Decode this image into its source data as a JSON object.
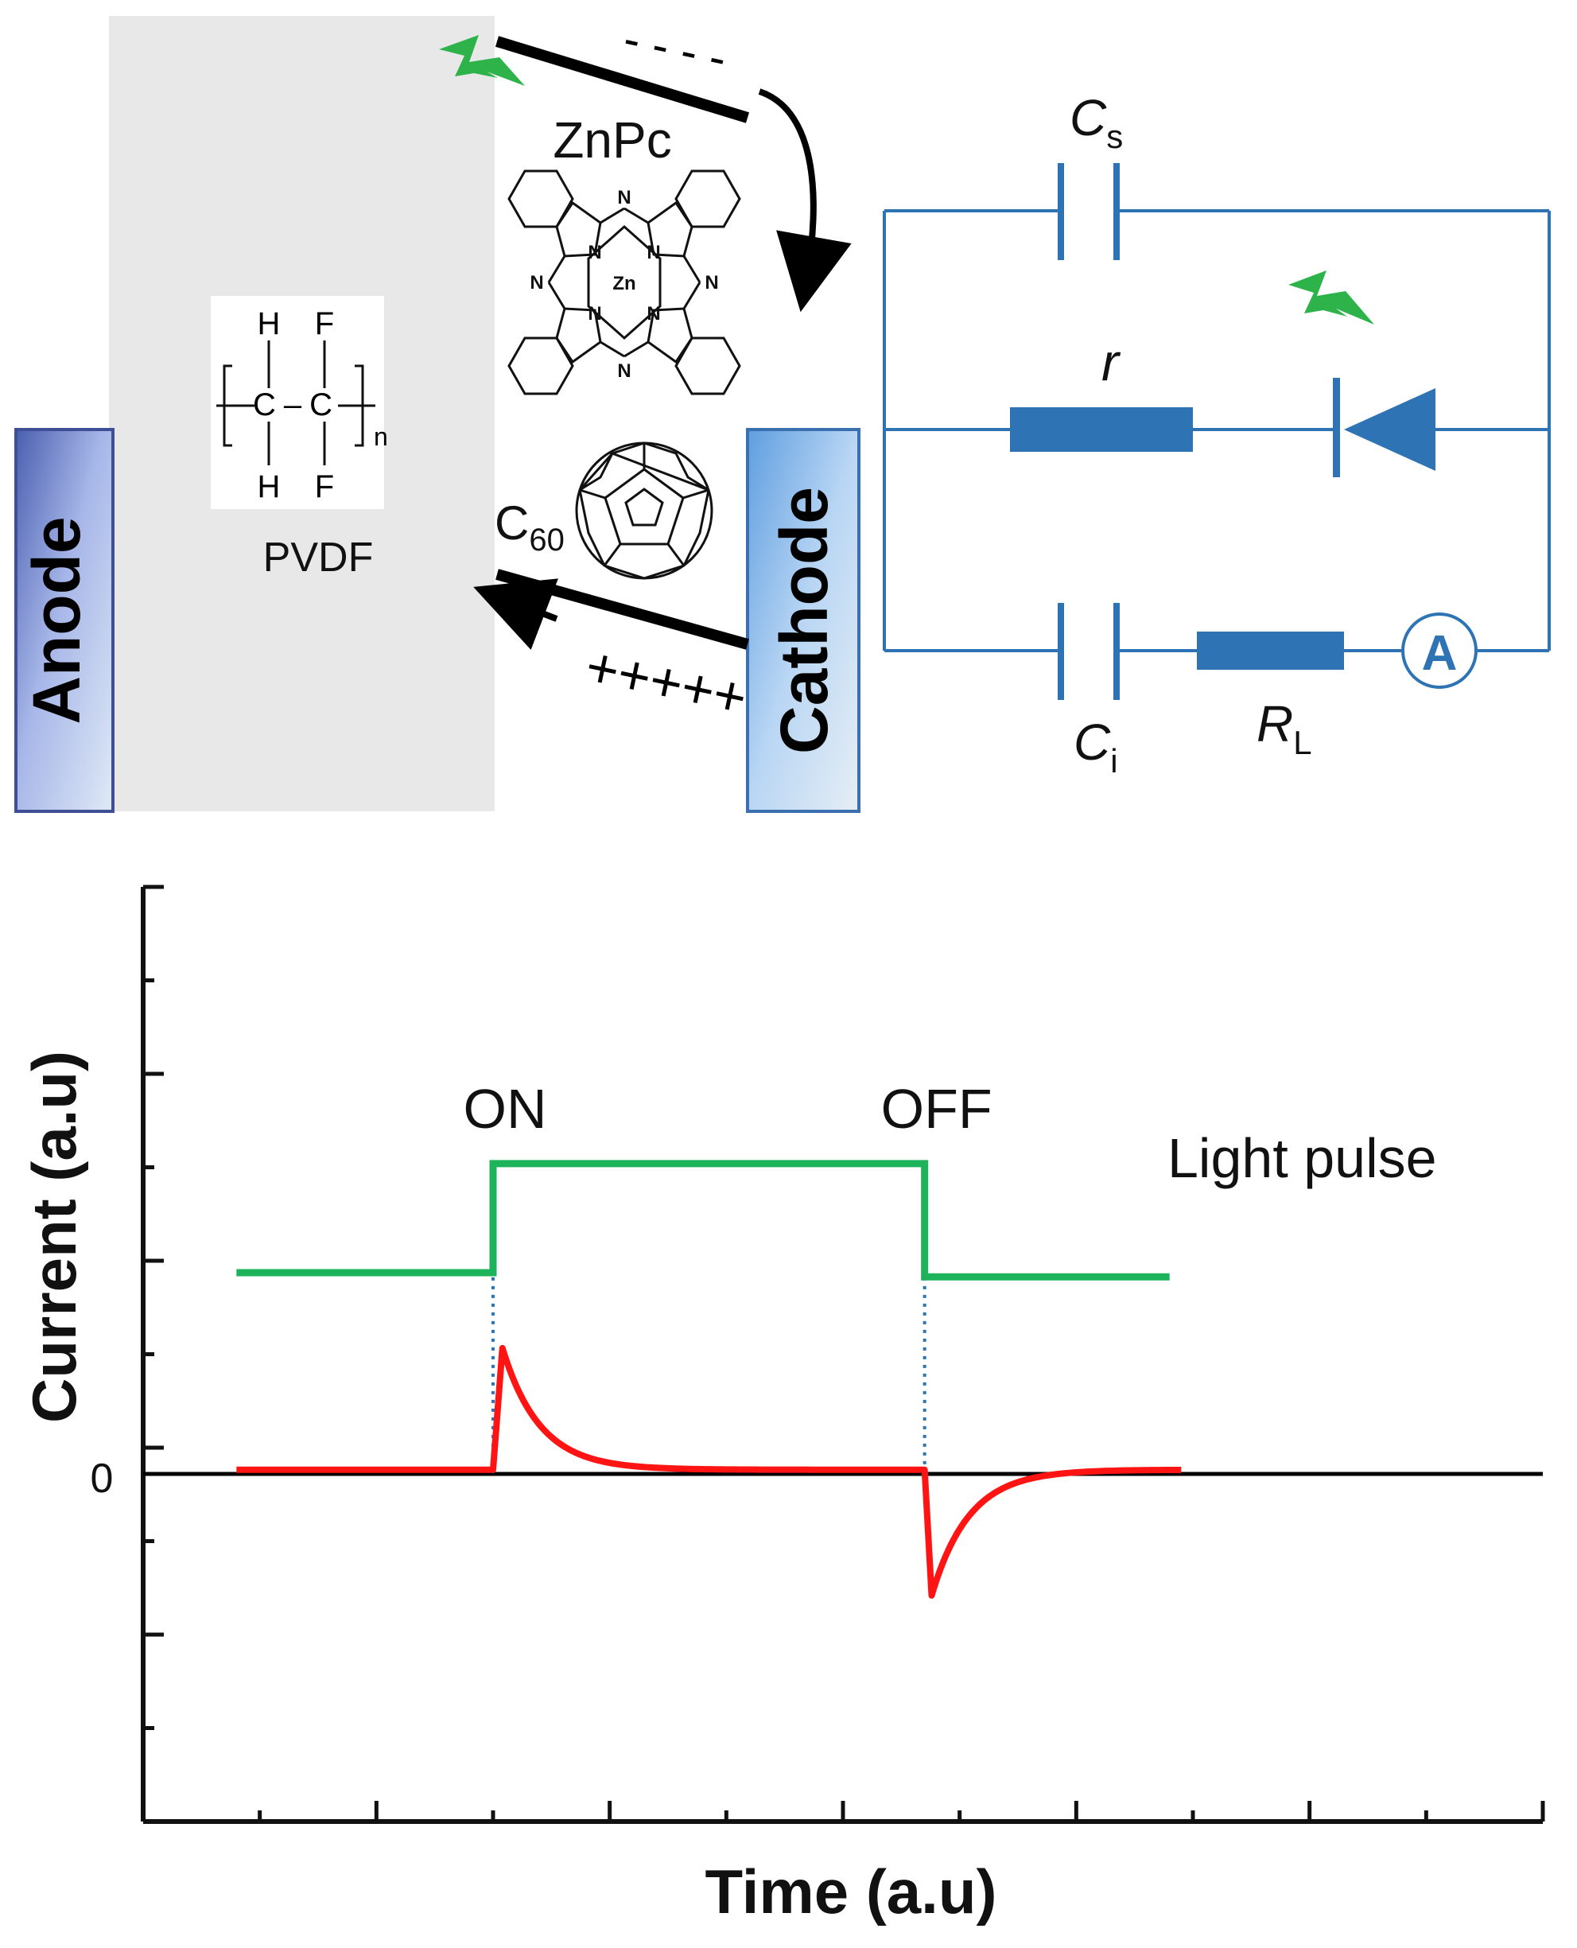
{
  "device": {
    "anode_label": "Anode",
    "cathode_label": "Cathode",
    "polymer_label": "PVDF",
    "donor_label": "ZnPc",
    "acceptor_label_main": "C",
    "acceptor_label_sub": "60",
    "negative_charges": "- - - -",
    "positive_charges": "+++++",
    "pvdf_structure": {
      "top_atoms": [
        "H",
        "F"
      ],
      "bottom_atoms": [
        "H",
        "F"
      ],
      "backbone": "C–C",
      "repeat_index": "n"
    },
    "znpc_atoms": {
      "nitrogen": "N",
      "metal": "Zn"
    },
    "light_icon": "lightning-bolt-icon",
    "light_color": "#2db34a",
    "gray_region_color": "#e8e8e8"
  },
  "circuit": {
    "color": "#2e74b5",
    "series_capacitor": {
      "letter": "C",
      "subscript": "s"
    },
    "resistor_r": "r",
    "diode_icon": "photodiode-icon",
    "interface_capacitor": {
      "letter": "C",
      "subscript": "i"
    },
    "load_resistor": {
      "letter": "R",
      "subscript": "L"
    },
    "ammeter": "A"
  },
  "chart_data": {
    "type": "line",
    "xlabel": "Time (a.u)",
    "ylabel": "Current (a.u)",
    "y_zero_label": "0",
    "xlim": [
      0,
      12
    ],
    "ylim": [
      -3,
      7
    ],
    "grid": false,
    "x_ticks": 12,
    "y_ticks": 10,
    "markers": [
      {
        "label": "ON",
        "x": 3.0
      },
      {
        "label": "OFF",
        "x": 6.7
      }
    ],
    "series": [
      {
        "name": "Light pulse",
        "color": "#1db35a",
        "points": [
          [
            0.8,
            2.4
          ],
          [
            3.0,
            2.4
          ],
          [
            3.0,
            3.7
          ],
          [
            6.7,
            3.7
          ],
          [
            6.7,
            2.35
          ],
          [
            8.8,
            2.35
          ]
        ]
      },
      {
        "name": "",
        "color": "#ff1414",
        "on_time": 3.0,
        "off_time": 6.7,
        "start": 0.8,
        "end": 8.9,
        "baseline": 0.05,
        "on_peak": 1.5,
        "off_peak": -1.45,
        "decay_tau": 0.32
      }
    ],
    "colors": {
      "axis": "#111111",
      "guide": "#2e74b5",
      "zero_line": "#000000"
    }
  }
}
